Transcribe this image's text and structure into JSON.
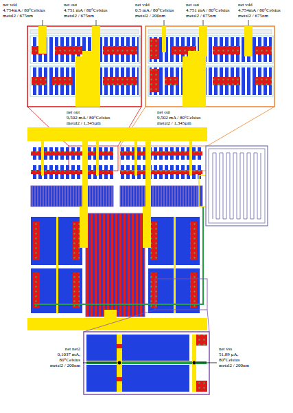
{
  "diagram": {
    "labels": [
      "net vdd",
      "4.754mA / 80°Celsius",
      "metal2 / 675nm",
      "net out",
      "4.751 mA / 80°Celsius",
      "metal2 / 675nm",
      "net vdd",
      "0.5 mA / 80°Celsius",
      "metal2 / 200nm",
      "net out",
      "4.751 mA / 80°Celsius",
      "metal2 / 675nm",
      "net vdd",
      "4.754mA / 80°Celsius",
      "metal2 / 675nm",
      "net out",
      "9,502 mA / 80°Celsius",
      "metal2 / 1,345µm",
      "net out",
      "9,502 mA / 80°Celsius",
      "metal2 / 1,345µm",
      "net net2",
      "0,1037 mA,",
      "80°Celsius",
      "metal2 / 200nm",
      "net vss",
      "51,89 µA,",
      "80°Celsius",
      "metal2 / 200nm"
    ]
  }
}
